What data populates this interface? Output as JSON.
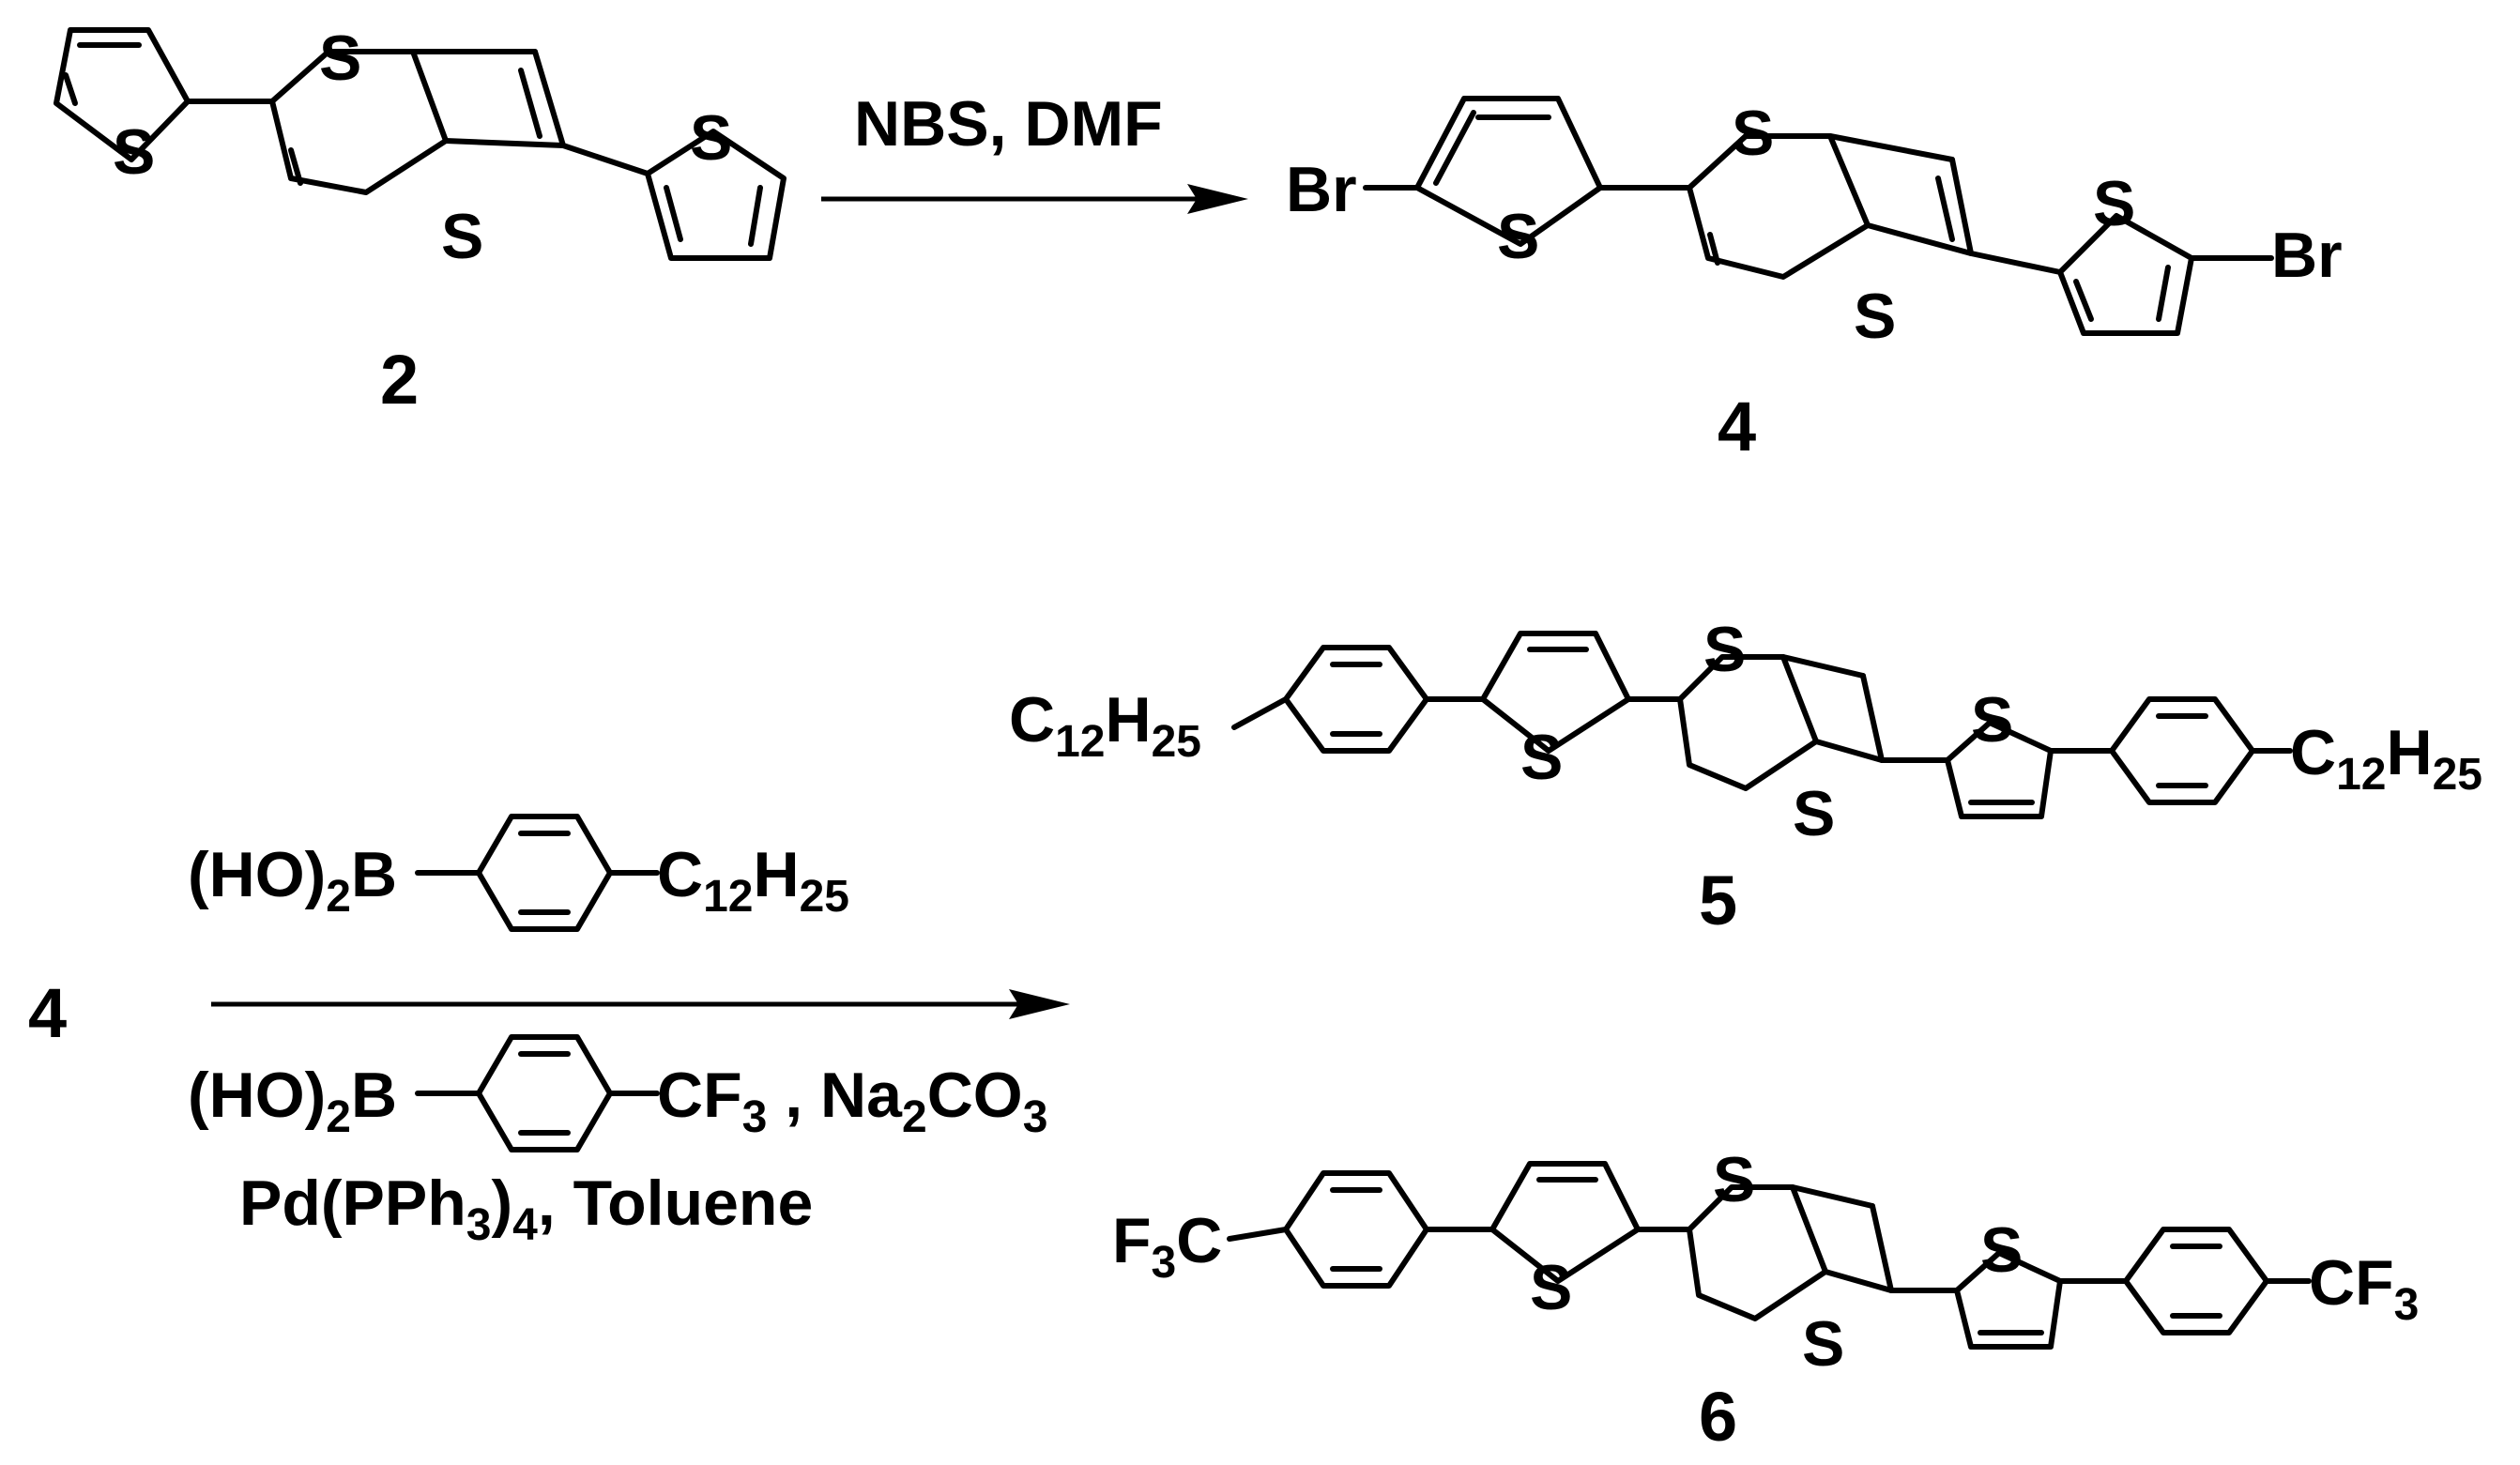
{
  "reaction1": {
    "reagents": "NBS, DMF",
    "reactant_label": "2",
    "product_label": "4"
  },
  "reaction2": {
    "start_label": "4",
    "reagent_prefix": "(HO)",
    "reagent_sub": "2",
    "reagent_boron": "B",
    "dodecyl_c": "C",
    "dodecyl_c_sub": "12",
    "dodecyl_h": "H",
    "dodecyl_h_sub": "25",
    "cf3_c": "CF",
    "cf3_sub": "3",
    "base_sep": " , ",
    "base_na": "Na",
    "base_na_sub": "2",
    "base_co": "CO",
    "base_co_sub": "3",
    "catalyst_a": "Pd(PPh",
    "catalyst_sub1": "3",
    "catalyst_b": ")",
    "catalyst_sub2": "4",
    "catalyst_c": ", Toluene",
    "product5_label": "5",
    "product6_label": "6"
  },
  "atoms": {
    "sulfur": "S",
    "bromine": "Br",
    "f3c_f": "F",
    "f3c_sub": "3",
    "f3c_c": "C"
  }
}
